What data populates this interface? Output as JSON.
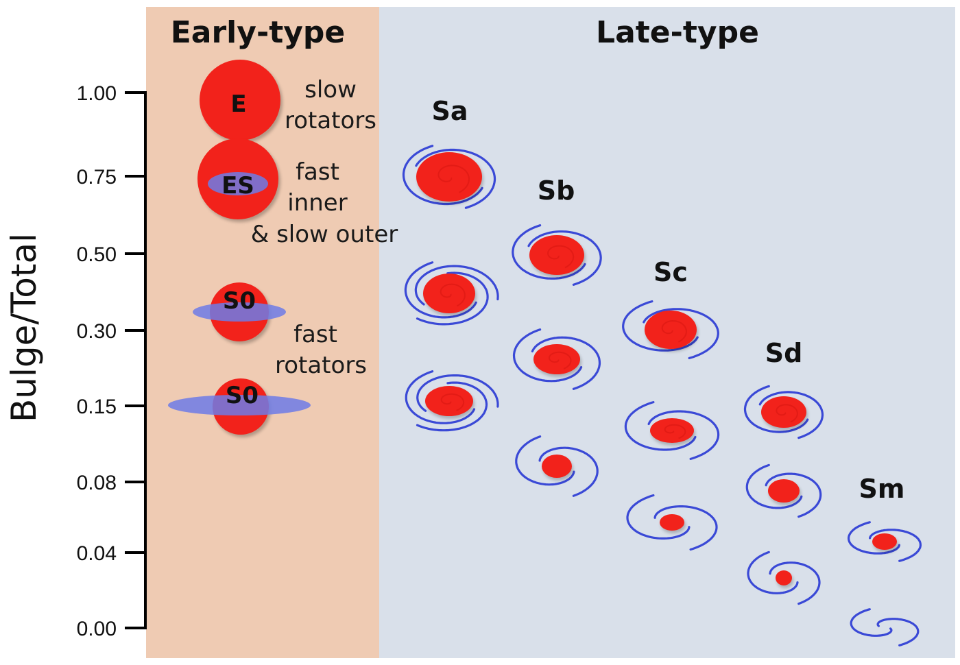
{
  "headers": {
    "early": "Early-type",
    "late": "Late-type"
  },
  "y_axis": {
    "label": "Bulge/Total",
    "ticks": [
      "1.00",
      "0.75",
      "0.50",
      "0.30",
      "0.15",
      "0.08",
      "0.04",
      "0.00"
    ]
  },
  "early_labels": {
    "E": "E",
    "ES": "ES",
    "S0_upper": "S0",
    "S0_lower": "S0"
  },
  "annotations": {
    "slow_1": "slow",
    "slow_2": "rotators",
    "fast_inner_1": "fast",
    "fast_inner_2": "inner",
    "fast_inner_3": "& slow outer",
    "fast_1": "fast",
    "fast_2": "rotators"
  },
  "late_columns": [
    "Sa",
    "Sb",
    "Sc",
    "Sd",
    "Sm"
  ],
  "colors": {
    "early_bg": "#efcbb3",
    "late_bg": "#d9e0ea",
    "bulge": "#f2221b",
    "arms": "#3a49d6",
    "disk": "#6d7be6"
  }
}
